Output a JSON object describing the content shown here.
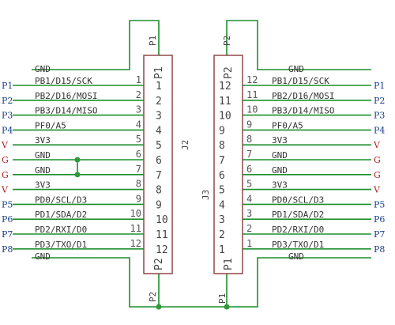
{
  "colors": {
    "wire": "#1d8f2d",
    "body": "#8a3a3a",
    "signal": "#1a3e8a",
    "power": "#b22222",
    "junction": "#2e9a3a"
  },
  "left_side": {
    "top_net": "GND",
    "bottom_net": "GND",
    "rows": [
      {
        "conn": "P1",
        "net": "PB1/D15/SCK",
        "pin": "1"
      },
      {
        "conn": "P2",
        "net": "PB2/D16/MOSI",
        "pin": "2"
      },
      {
        "conn": "P3",
        "net": "PB3/D14/MISO",
        "pin": "3"
      },
      {
        "conn": "P4",
        "net": "PF0/A5",
        "pin": "4"
      },
      {
        "conn": "V",
        "net": "3V3",
        "pin": "5"
      },
      {
        "conn": "G",
        "net": "GND",
        "pin": "6"
      },
      {
        "conn": "G",
        "net": "GND",
        "pin": "7"
      },
      {
        "conn": "V",
        "net": "3V3",
        "pin": "8"
      },
      {
        "conn": "P5",
        "net": "PD0/SCL/D3",
        "pin": "9"
      },
      {
        "conn": "P6",
        "net": "PD1/SDA/D2",
        "pin": "10"
      },
      {
        "conn": "P7",
        "net": "PD2/RXI/D0",
        "pin": "11"
      },
      {
        "conn": "P8",
        "net": "PD3/TXO/D1",
        "pin": "12"
      }
    ]
  },
  "right_side": {
    "top_net": "GND",
    "bottom_net": "GND",
    "rows": [
      {
        "conn": "P1",
        "net": "PB1/D15/SCK",
        "pin": "12"
      },
      {
        "conn": "P2",
        "net": "PB2/D16/MOSI",
        "pin": "11"
      },
      {
        "conn": "P3",
        "net": "PB3/D14/MISO",
        "pin": "10"
      },
      {
        "conn": "P4",
        "net": "PF0/A5",
        "pin": "9"
      },
      {
        "conn": "V",
        "net": "3V3",
        "pin": "8"
      },
      {
        "conn": "G",
        "net": "GND",
        "pin": "7"
      },
      {
        "conn": "G",
        "net": "GND",
        "pin": "6"
      },
      {
        "conn": "V",
        "net": "3V3",
        "pin": "5"
      },
      {
        "conn": "P5",
        "net": "PD0/SCL/D3",
        "pin": "4"
      },
      {
        "conn": "P6",
        "net": "PD1/SDA/D2",
        "pin": "3"
      },
      {
        "conn": "P7",
        "net": "PD2/RXI/D0",
        "pin": "2"
      },
      {
        "conn": "P8",
        "net": "PD3/TXO/D1",
        "pin": "1"
      }
    ]
  },
  "j2": {
    "ref": "J2",
    "top_pin": "P1",
    "bottom_pin": "P2",
    "inner_top": "P1",
    "inner_bottom": "P2",
    "inner_numbers": [
      "1",
      "2",
      "3",
      "4",
      "5",
      "6",
      "7",
      "8",
      "9",
      "10",
      "11",
      "12"
    ]
  },
  "j3": {
    "ref": "J3",
    "top_pin": "P2",
    "bottom_pin": "P1",
    "inner_top": "P2",
    "inner_bottom": "P1",
    "inner_numbers": [
      "12",
      "11",
      "10",
      "9",
      "8",
      "7",
      "6",
      "5",
      "4",
      "3",
      "2",
      "1"
    ]
  }
}
